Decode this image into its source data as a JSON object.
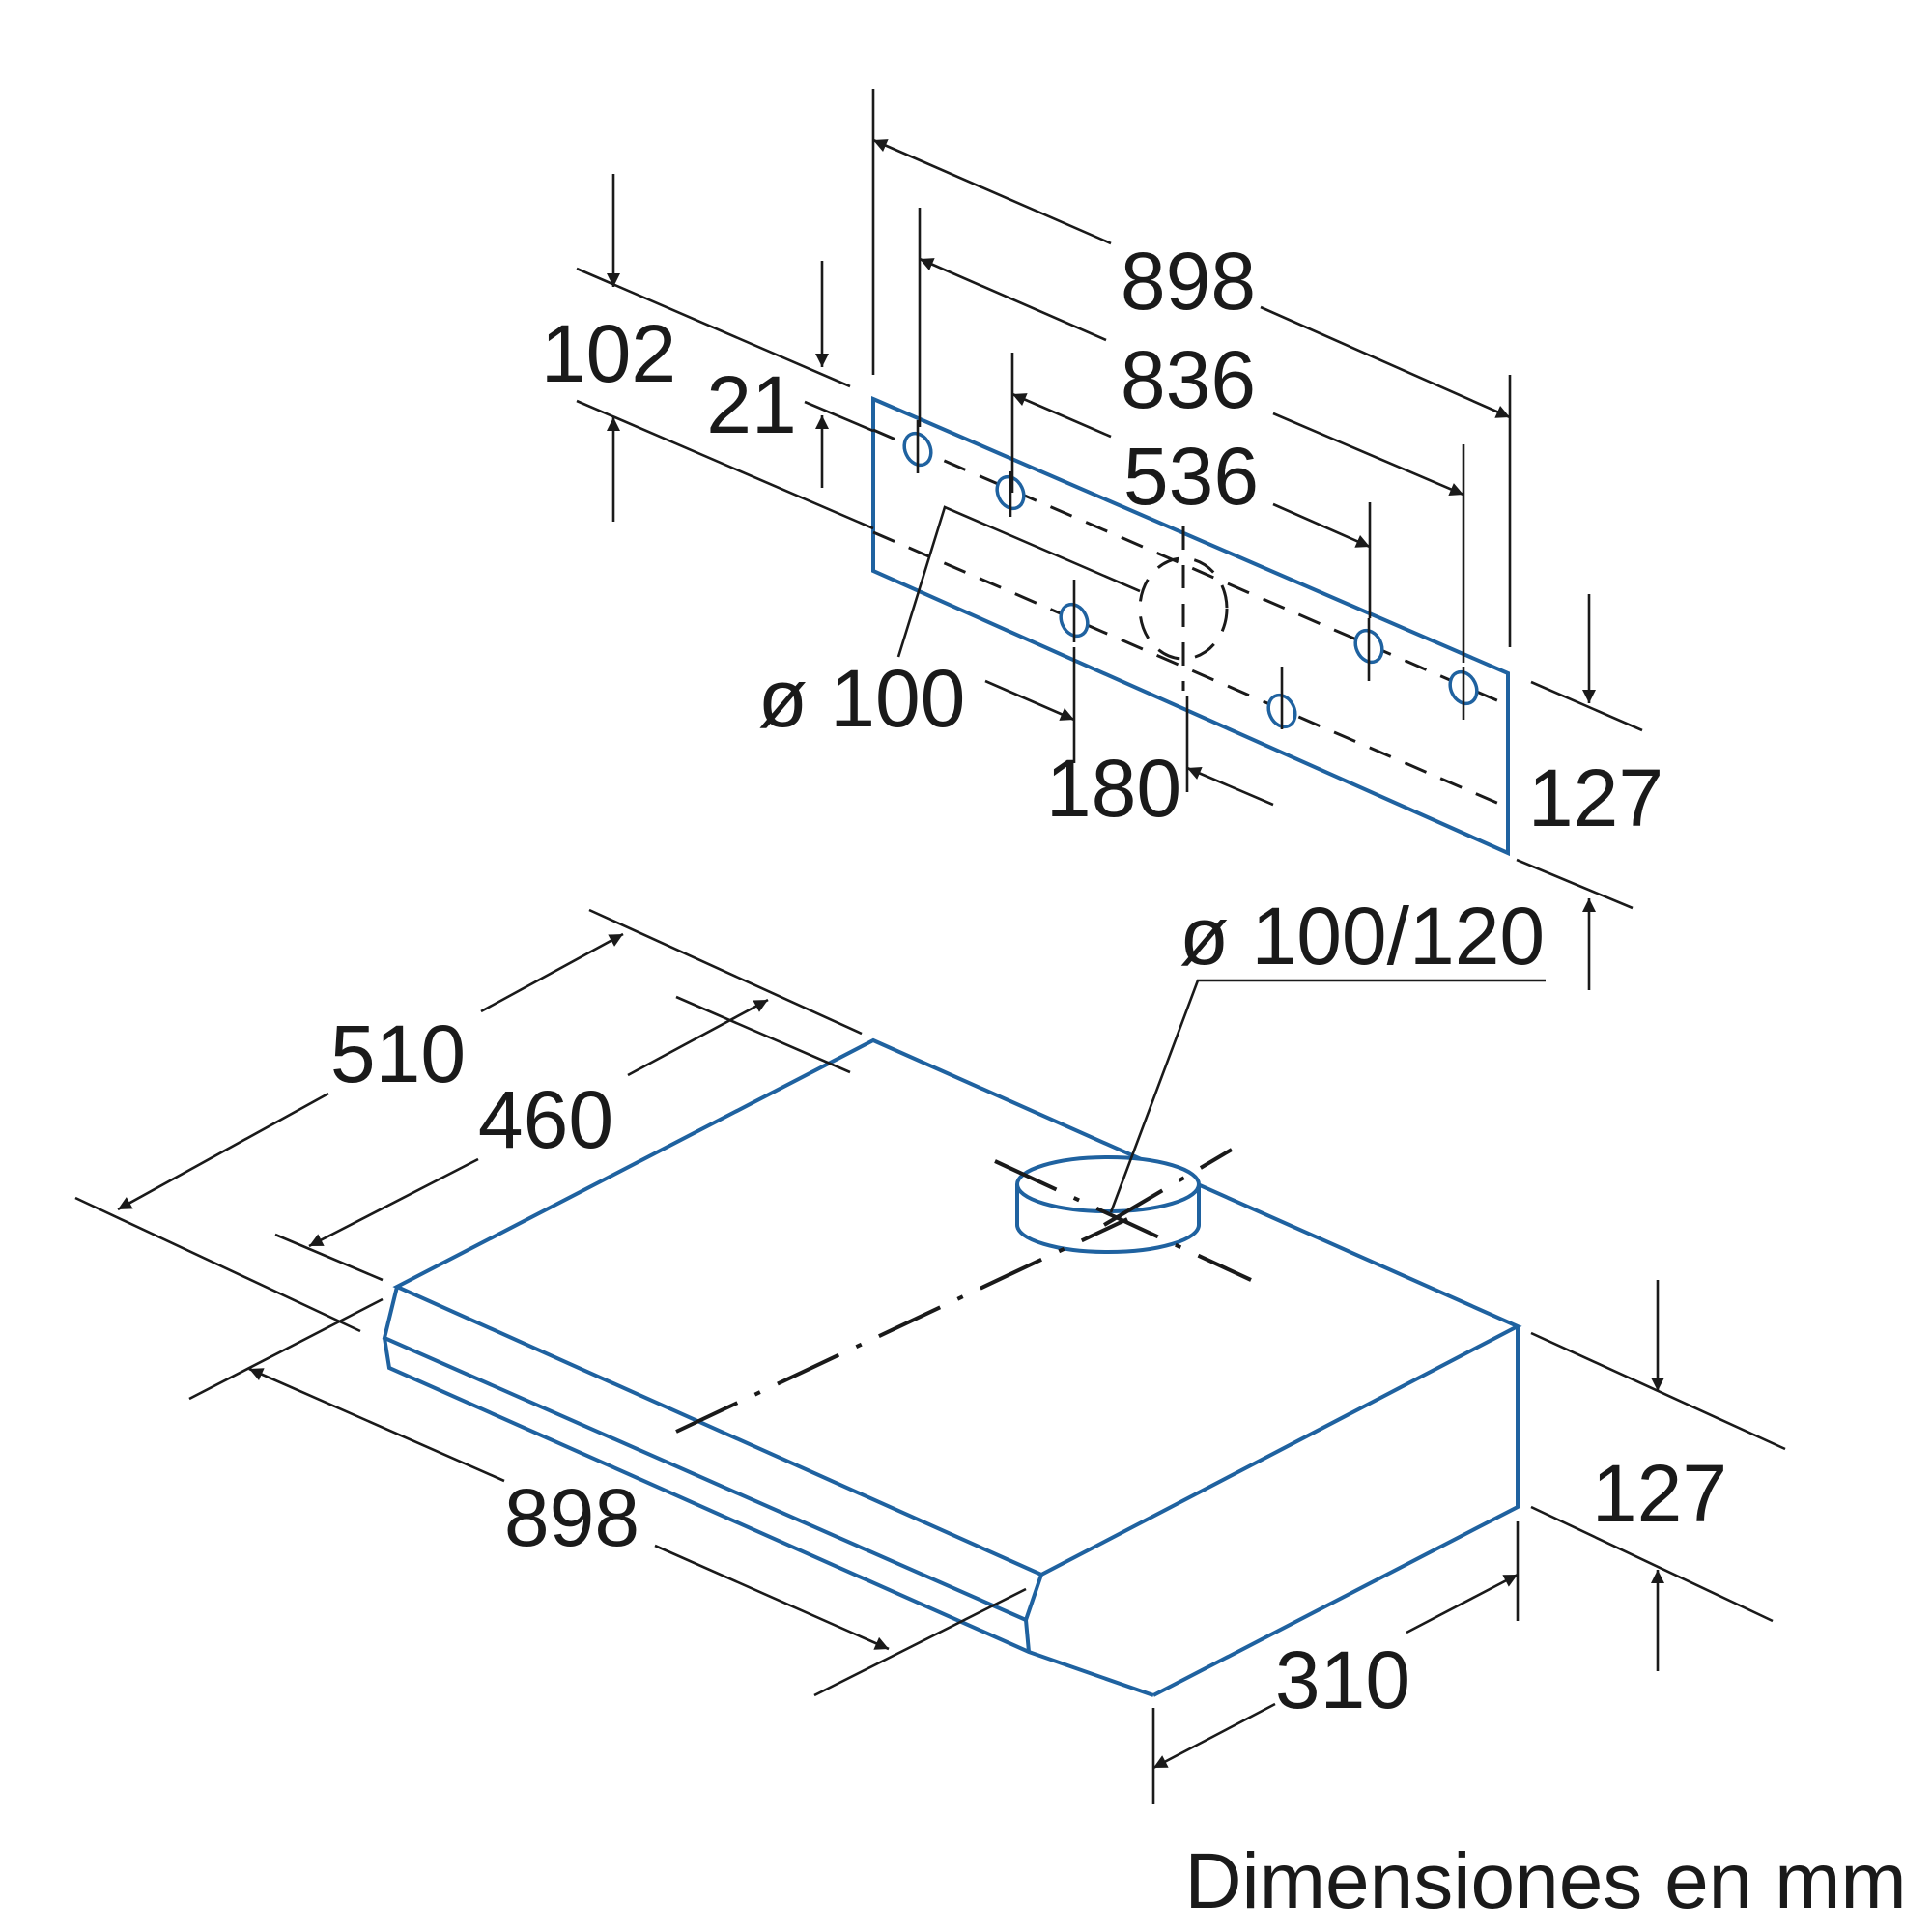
{
  "colors": {
    "outline": "#1f62a0",
    "dimension": "#1a1a1a",
    "background": "#ffffff"
  },
  "mounting_plate": {
    "width_overall": "898",
    "width_outer_holes": "836",
    "width_inner_holes": "536",
    "top_offset": "102",
    "hole_row_offset": "21",
    "outlet_diameter": "ø 100",
    "outlet_offset": "180",
    "height": "127"
  },
  "hood": {
    "outlet_diameter": "ø 100/120",
    "depth_overall": "510",
    "depth_body": "460",
    "width": "898",
    "front_depth": "310",
    "height": "127"
  },
  "caption": "Dimensiones en mm"
}
